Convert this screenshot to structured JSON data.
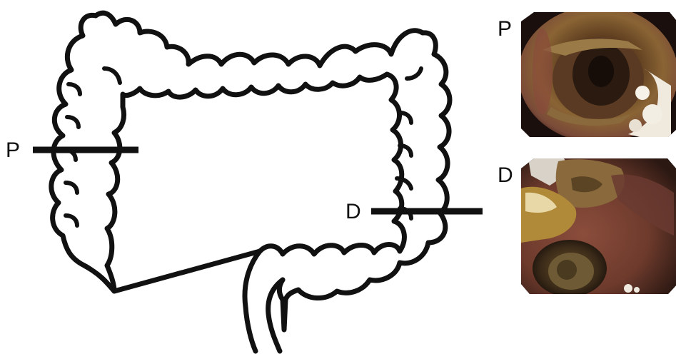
{
  "diagram": {
    "outline_color": "#111111",
    "marker_color": "#111111",
    "labels": {
      "proximal_marker": "P",
      "distal_marker": "D",
      "proximal_image": "P",
      "distal_image": "D"
    }
  },
  "photos": {
    "proximal": {
      "description_icon": "endoscopy-photo-icon"
    },
    "distal": {
      "description_icon": "endoscopy-photo-icon"
    }
  }
}
